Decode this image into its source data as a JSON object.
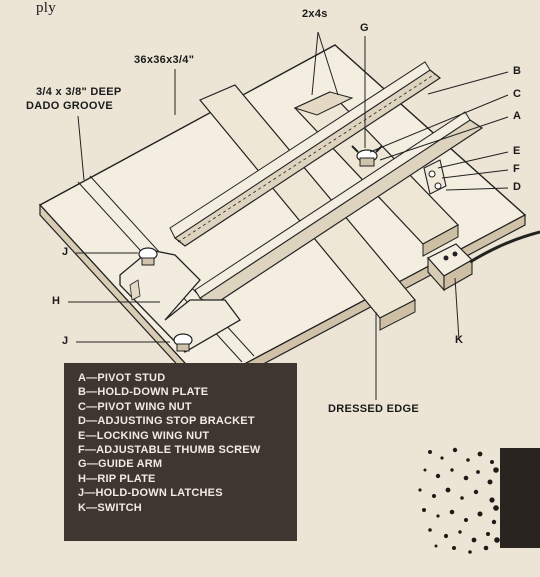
{
  "header_fragment": "ply",
  "dimension_labels": {
    "lumber": "2x4s",
    "panel": "36x36x3/4\"",
    "dado_line1": "3/4 x 3/8\" DEEP",
    "dado_line2": "DADO GROOVE",
    "dressed_edge": "DRESSED EDGE"
  },
  "callouts": {
    "a": "A",
    "b": "B",
    "c": "C",
    "d": "D",
    "e": "E",
    "f": "F",
    "g": "G",
    "h": "H",
    "j_top": "J",
    "j_bottom": "J",
    "k": "K"
  },
  "legend": [
    "A—PIVOT STUD",
    "B—HOLD-DOWN PLATE",
    "C—PIVOT WING NUT",
    "D—ADJUSTING STOP BRACKET",
    "E—LOCKING WING NUT",
    "F—ADJUSTABLE THUMB SCREW",
    "G—GUIDE ARM",
    "H—RIP PLATE",
    "J—HOLD-DOWN LATCHES",
    "K—SWITCH"
  ],
  "colors": {
    "paper": "#ece5d6",
    "legend_bg": "#3f3531",
    "legend_text": "#f1ebe0",
    "ink": "#1a1a1a"
  }
}
